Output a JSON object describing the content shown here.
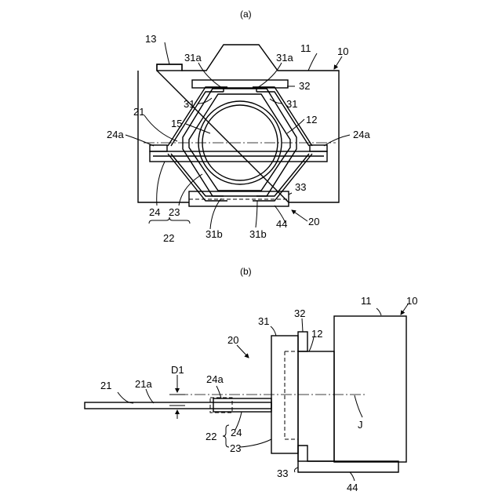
{
  "panel_a": {
    "caption": "(a)",
    "labels": {
      "l10": "10",
      "l11": "11",
      "l12": "12",
      "l13": "13",
      "l15": "15",
      "l20": "20",
      "l21": "21",
      "l22": "22",
      "l23": "23",
      "l24": "24",
      "l24a_left": "24a",
      "l24a_right": "24a",
      "l31_left": "31",
      "l31_right": "31",
      "l31a_left": "31a",
      "l31a_right": "31a",
      "l31b_left": "31b",
      "l31b_right": "31b",
      "l32": "32",
      "l33": "33",
      "l44": "44"
    }
  },
  "panel_b": {
    "caption": "(b)",
    "labels": {
      "l10": "10",
      "l11": "11",
      "l12": "12",
      "l20": "20",
      "l21": "21",
      "l21a": "21a",
      "lD1": "D1",
      "l24a": "24a",
      "l22": "22",
      "l24": "24",
      "l23": "23",
      "l31": "31",
      "l32": "32",
      "l33": "33",
      "l44": "44",
      "lJ": "J"
    }
  }
}
